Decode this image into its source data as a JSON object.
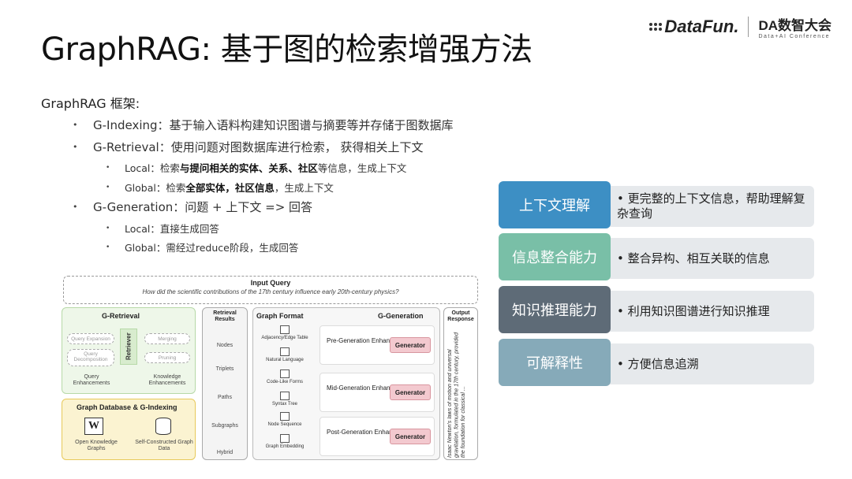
{
  "title": "GraphRAG: 基于图的检索增强方法",
  "logo": {
    "datafun": "DataFun.",
    "da_main": "DA数智大会",
    "da_sub": "Data+AI Conference"
  },
  "framework_label": "GraphRAG 框架:",
  "bullets": [
    {
      "label": "G-Indexing：基于输入语料构建知识图谱与摘要等并存储于图数据库"
    },
    {
      "label": "G-Retrieval：使用问题对图数据库进行检索， 获得相关上下文"
    },
    {
      "pre": "Local：检索",
      "bold": "与提问相关的实体、关系、社区",
      "post": "等信息，生成上下文"
    },
    {
      "pre": "Global：检索",
      "bold": "全部实体，社区信息",
      "post": "，生成上下文"
    },
    {
      "label": "G-Generation：问题 + 上下文 => 回答"
    },
    {
      "label": "Local：直接生成回答"
    },
    {
      "label": "Global：需经过reduce阶段，生成回答"
    }
  ],
  "diagram": {
    "input_query": "Input Query",
    "question": "How did the scientific contributions of the 17th century influence early 20th-century physics?",
    "g_retrieval": "G-Retrieval",
    "query_expansion": "Query Expansion",
    "query_decomposition": "Query Decomposition",
    "retriever": "Retriever",
    "merging": "Merging",
    "pruning": "Pruning",
    "query_enh": "Query Enhancements",
    "knowledge_enh": "Knowledge Enhancements",
    "graph_db": "Graph Database & G-Indexing",
    "open_kg": "Open Knowledge Graphs",
    "self_kg": "Self-Constructed Graph Data",
    "retrieval_results": "Retrieval Results",
    "results": [
      "Nodes",
      "Triplets",
      "Paths",
      "Subgraphs",
      "Hybrid"
    ],
    "graph_format": "Graph Format",
    "formats": [
      "Adjacency/Edge Table",
      "Natural Language",
      "Code-Like Forms",
      "Syntax Tree",
      "Node Sequence",
      "Graph Embedding"
    ],
    "g_generation": "G-Generation",
    "pre_gen": "Pre-Generation Enhancements",
    "mid_gen": "Mid-Generation Enhancements",
    "post_gen": "Post-Generation Enhancements",
    "generator": "Generator",
    "output": "Output Response",
    "output_text": "Isaac Newton's laws of motion and universal gravitation, formulated in the 17th century, provided the foundation for classical ..."
  },
  "capabilities": [
    {
      "label": "上下文理解",
      "desc": "• 更完整的上下文信息，帮助理解复杂查询",
      "color": "#3d8fc4"
    },
    {
      "label": "信息整合能力",
      "desc": "• 整合异构、相互关联的信息",
      "color": "#79bfa7"
    },
    {
      "label": "知识推理能力",
      "desc": "• 利用知识图谱进行知识推理",
      "color": "#5e6b77"
    },
    {
      "label": "可解释性",
      "desc": "• 方便信息追溯",
      "color": "#86aab9"
    }
  ]
}
